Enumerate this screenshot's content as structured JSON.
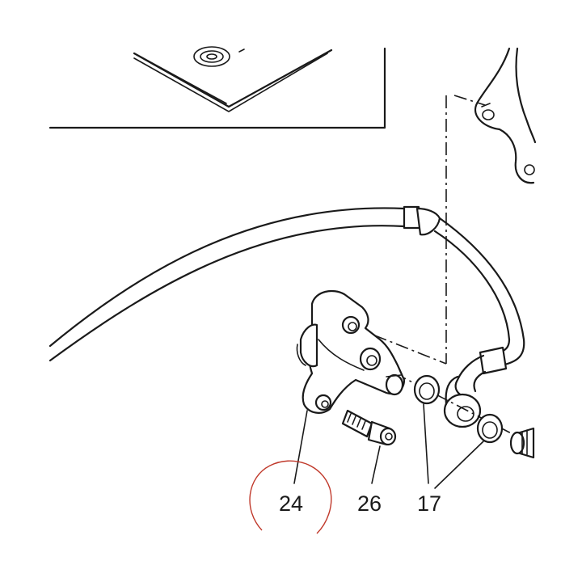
{
  "diagram": {
    "callouts": [
      {
        "id": "24",
        "label": "24"
      },
      {
        "id": "26",
        "label": "26"
      },
      {
        "id": "17",
        "label": "17"
      }
    ],
    "highlight_color": "#c0392b",
    "line_color": "#1a1a1a"
  }
}
